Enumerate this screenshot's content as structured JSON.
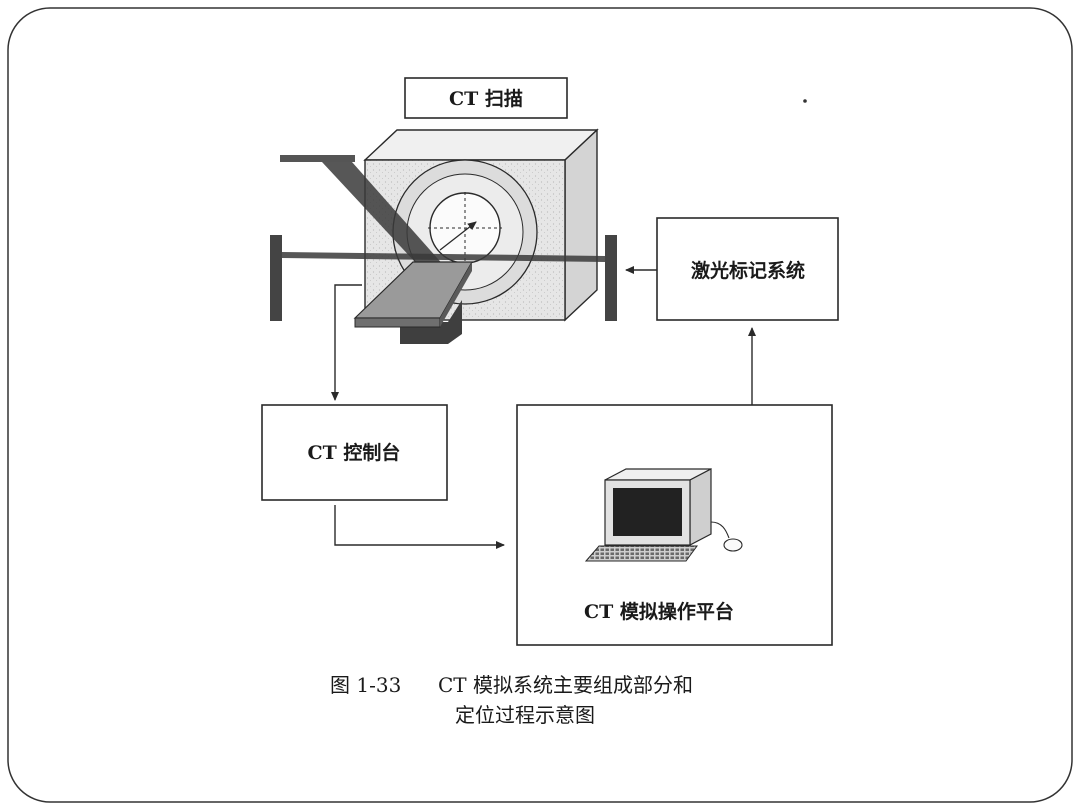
{
  "diagram": {
    "scan_label": "CT 扫描",
    "laser_label": "激光标记系统",
    "console_label": "CT 控制台",
    "platform_label": "CT 模拟操作平台"
  },
  "caption": {
    "number": "图 1-33",
    "line1": "CT 模拟系统主要组成部分和",
    "line2": "定位过程示意图"
  },
  "colors": {
    "ink": "#2a2a2a",
    "gantry": "#e4e4e4",
    "beam": "#3a3a3a",
    "screen": "#222222"
  }
}
